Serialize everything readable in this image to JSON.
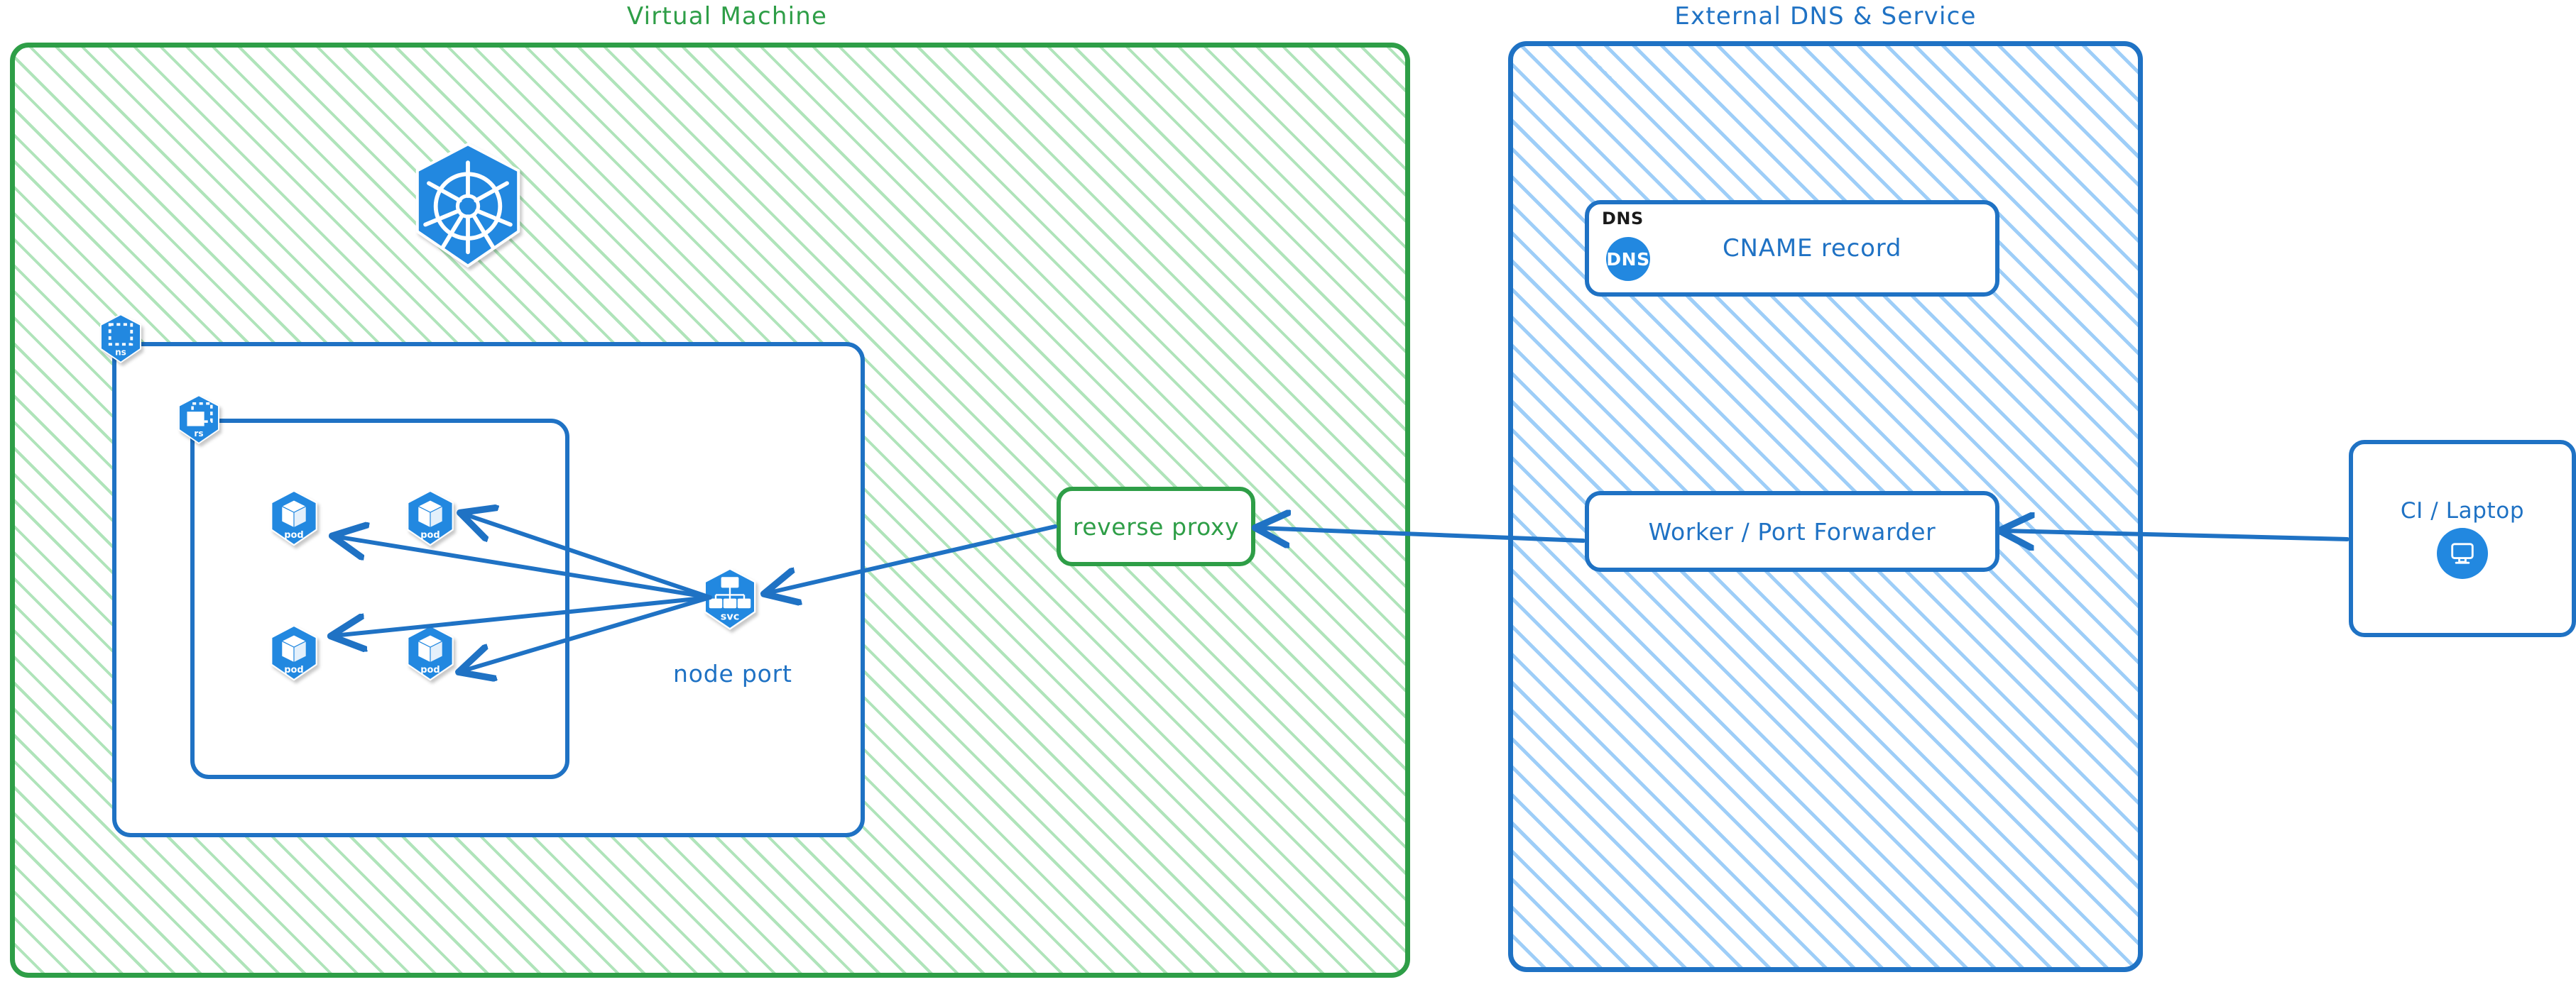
{
  "diagram": {
    "title_left": "Virtual Machine",
    "title_right": "External DNS & Service",
    "colors": {
      "green": "#2e9e47",
      "blue": "#1f72c4",
      "k8s_blue": "#2288e0",
      "hatch_green": "#6ecd82",
      "hatch_blue": "#7dbef5",
      "black": "#1a1a1a",
      "white": "#ffffff"
    }
  },
  "vm_panel": {
    "title": "Virtual Machine",
    "k8s_logo": {
      "icon": "kubernetes-wheel-icon"
    },
    "namespace": {
      "icon": "kubernetes-namespace-icon",
      "badge": "ns"
    },
    "replicaset": {
      "icon": "kubernetes-replicaset-icon",
      "badge": "rs"
    },
    "pods": [
      {
        "icon": "kubernetes-pod-icon",
        "badge": "pod"
      },
      {
        "icon": "kubernetes-pod-icon",
        "badge": "pod"
      },
      {
        "icon": "kubernetes-pod-icon",
        "badge": "pod"
      },
      {
        "icon": "kubernetes-pod-icon",
        "badge": "pod"
      }
    ],
    "service": {
      "icon": "kubernetes-service-icon",
      "badge": "svc",
      "caption": "node port"
    },
    "reverse_proxy": {
      "label": "reverse proxy"
    }
  },
  "external_panel": {
    "title": "External DNS & Service",
    "dns_card": {
      "tag": "DNS",
      "badge_text": "DNS",
      "label": "CNAME record"
    },
    "worker": {
      "label": "Worker / Port Forwarder"
    }
  },
  "client": {
    "label": "CI / Laptop",
    "icon": "desktop-monitor-icon"
  },
  "edges": [
    {
      "from": "svc",
      "to": "pod-1",
      "direction": "to-pod"
    },
    {
      "from": "svc",
      "to": "pod-2",
      "direction": "to-pod"
    },
    {
      "from": "svc",
      "to": "pod-3",
      "direction": "to-pod"
    },
    {
      "from": "svc",
      "to": "pod-4",
      "direction": "to-pod"
    },
    {
      "from": "reverse-proxy",
      "to": "svc",
      "direction": "left"
    },
    {
      "from": "worker",
      "to": "reverse-proxy",
      "direction": "left"
    },
    {
      "from": "ci-laptop",
      "to": "worker",
      "direction": "left"
    }
  ]
}
